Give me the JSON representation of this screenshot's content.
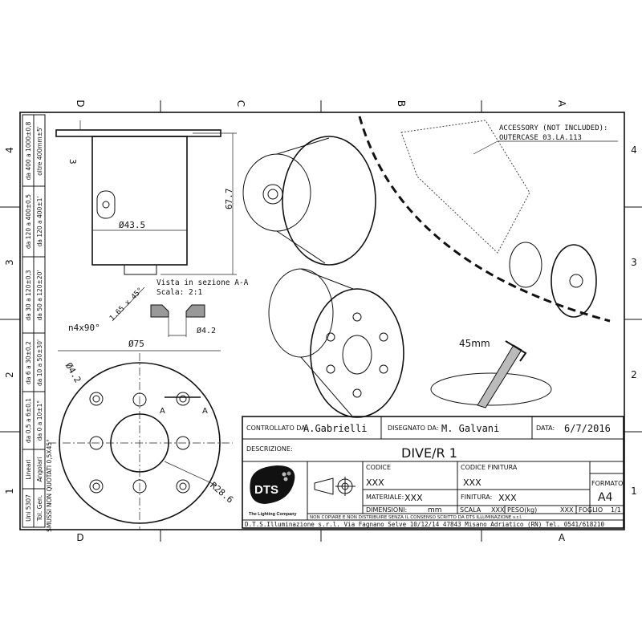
{
  "zones": {
    "columns": [
      "D",
      "C",
      "B",
      "A"
    ],
    "rows": [
      "4",
      "3",
      "2",
      "1"
    ]
  },
  "tolerance_table": {
    "row1": [
      "Uni 5307",
      "Lineari",
      "da 0,5 a 6±0,1",
      "da 6 a 30±0,2",
      "da 30 a 120±0,3",
      "da 120 a 400±0,5",
      "da 400 a 1000±0,8"
    ],
    "row2": [
      "Tol. Gen.",
      "Angolari",
      "da 0 a 10±1°",
      "da 10 a 50±30'",
      "da 50 a 120±20'",
      "da 120 a 400±1'",
      "oltre 400mm±5'"
    ],
    "note": "SMUSSI NON QUOTATI 0,5X45°"
  },
  "dimensions": {
    "flange_thickness": "3",
    "diameter_body": "Ø43.5",
    "height": "67.7",
    "chamfer": "1.65 x 45°",
    "holes": "n4x90°",
    "diameter_flange": "Ø75",
    "diameter_hole": "Ø4.2",
    "hole_small": "Ø4.2",
    "radius": "R28.6",
    "section_marker": "A",
    "cut_length": "45mm"
  },
  "section_view": {
    "title": "Vista in sezione A-A",
    "scale": "Scala:  2:1"
  },
  "accessory": {
    "line1": "ACCESSORY (NOT INCLUDED):",
    "line2": "OUTERCASE 03.LA.113"
  },
  "title_block": {
    "controllato_label": "CONTROLLATO DA:",
    "controllato_value": "A.Gabrielli",
    "disegnato_label": "DISEGNATO DA:",
    "disegnato_value": "M. Galvani",
    "data_label": "DATA:",
    "data_value": "6/7/2016",
    "descrizione_label": "DESCRIZIONE:",
    "descrizione_value": "DIVE/R 1",
    "logo_text": "DTS",
    "logo_tagline": "The Lighting Company",
    "codice_label": "CODICE",
    "codice_value": "XXX",
    "codice_finitura_label": "CODICE FINITURA",
    "codice_finitura_value": "XXX",
    "materiale_label": "MATERIALE:",
    "materiale_value": "XXX",
    "finitura_label": "FINITURA:",
    "finitura_value": "XXX",
    "formato_label": "FORMATO",
    "formato_value": "A4",
    "dimensioni_label": "DIMENSIONI:",
    "dimensioni_value": "mm",
    "scala_label": "SCALA",
    "scala_value": "XXX",
    "peso_label": "PESO(kg)",
    "peso_value": "XXX",
    "foglio_label": "FOGLIO",
    "foglio_value": "1/1",
    "copyright": "NON COPIARE E NON DISTRIBUIRE SENZA IL CONSENSO SCRITTO DA DTS ILLUMINAZIONE s.r.l.",
    "address": "D.T.S.Illuminazione s.r.l. Via Fagnano Selve 10/12/14 47843 Misano Adriatico (RN) Tel. 0541/618210"
  }
}
